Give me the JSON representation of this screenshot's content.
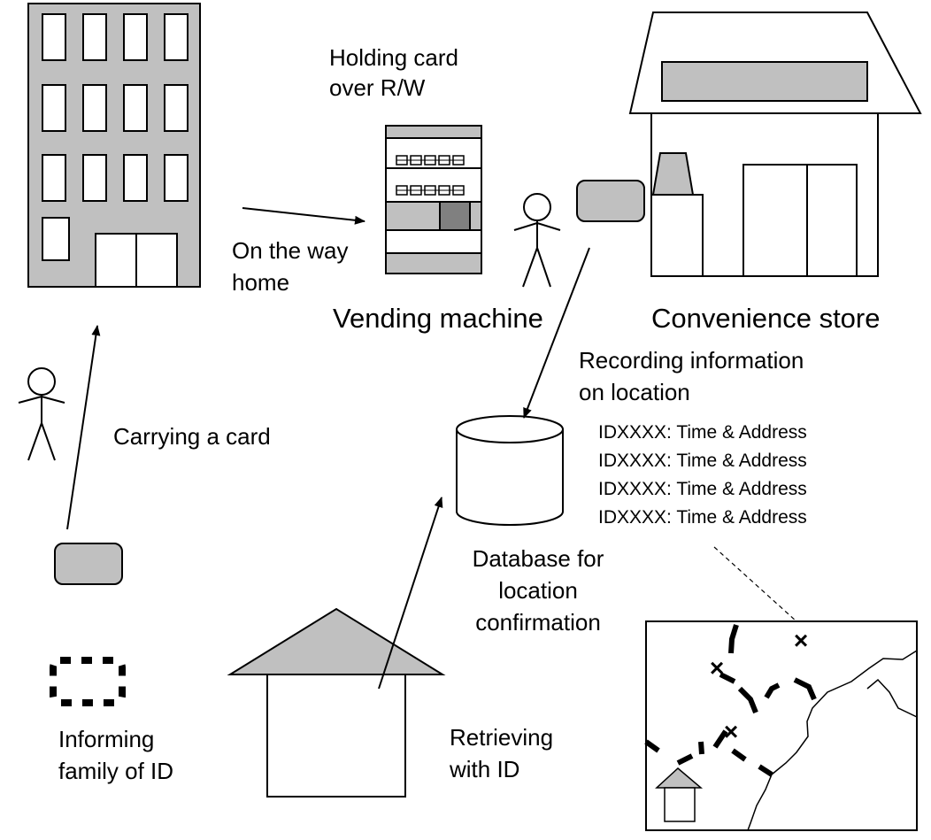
{
  "labels": {
    "holding_line1": "Holding card",
    "holding_line2": "over R/W",
    "way_line1": "On the way",
    "way_line2": "home",
    "vending": "Vending machine",
    "store": "Convenience store",
    "recording_line1": "Recording  information",
    "recording_line2": "on location",
    "carrying": "Carrying  a card",
    "db_line1": "Database for",
    "db_line2": "location",
    "db_line3": "confirmation",
    "inform_line1": "Informing",
    "inform_line2": "family of ID",
    "retrieve_line1": "Retrieving",
    "retrieve_line2": "with ID"
  },
  "records": [
    "IDXXXX: Time  & Address",
    "IDXXXX: Time  & Address",
    "IDXXXX: Time  & Address",
    "IDXXXX: Time  & Address"
  ],
  "map_markers": [
    "×",
    "×",
    "×"
  ],
  "colors": {
    "fill_gray": "#c0c0c0",
    "fill_dark": "#808080",
    "stroke": "#000000",
    "background": "#ffffff"
  }
}
